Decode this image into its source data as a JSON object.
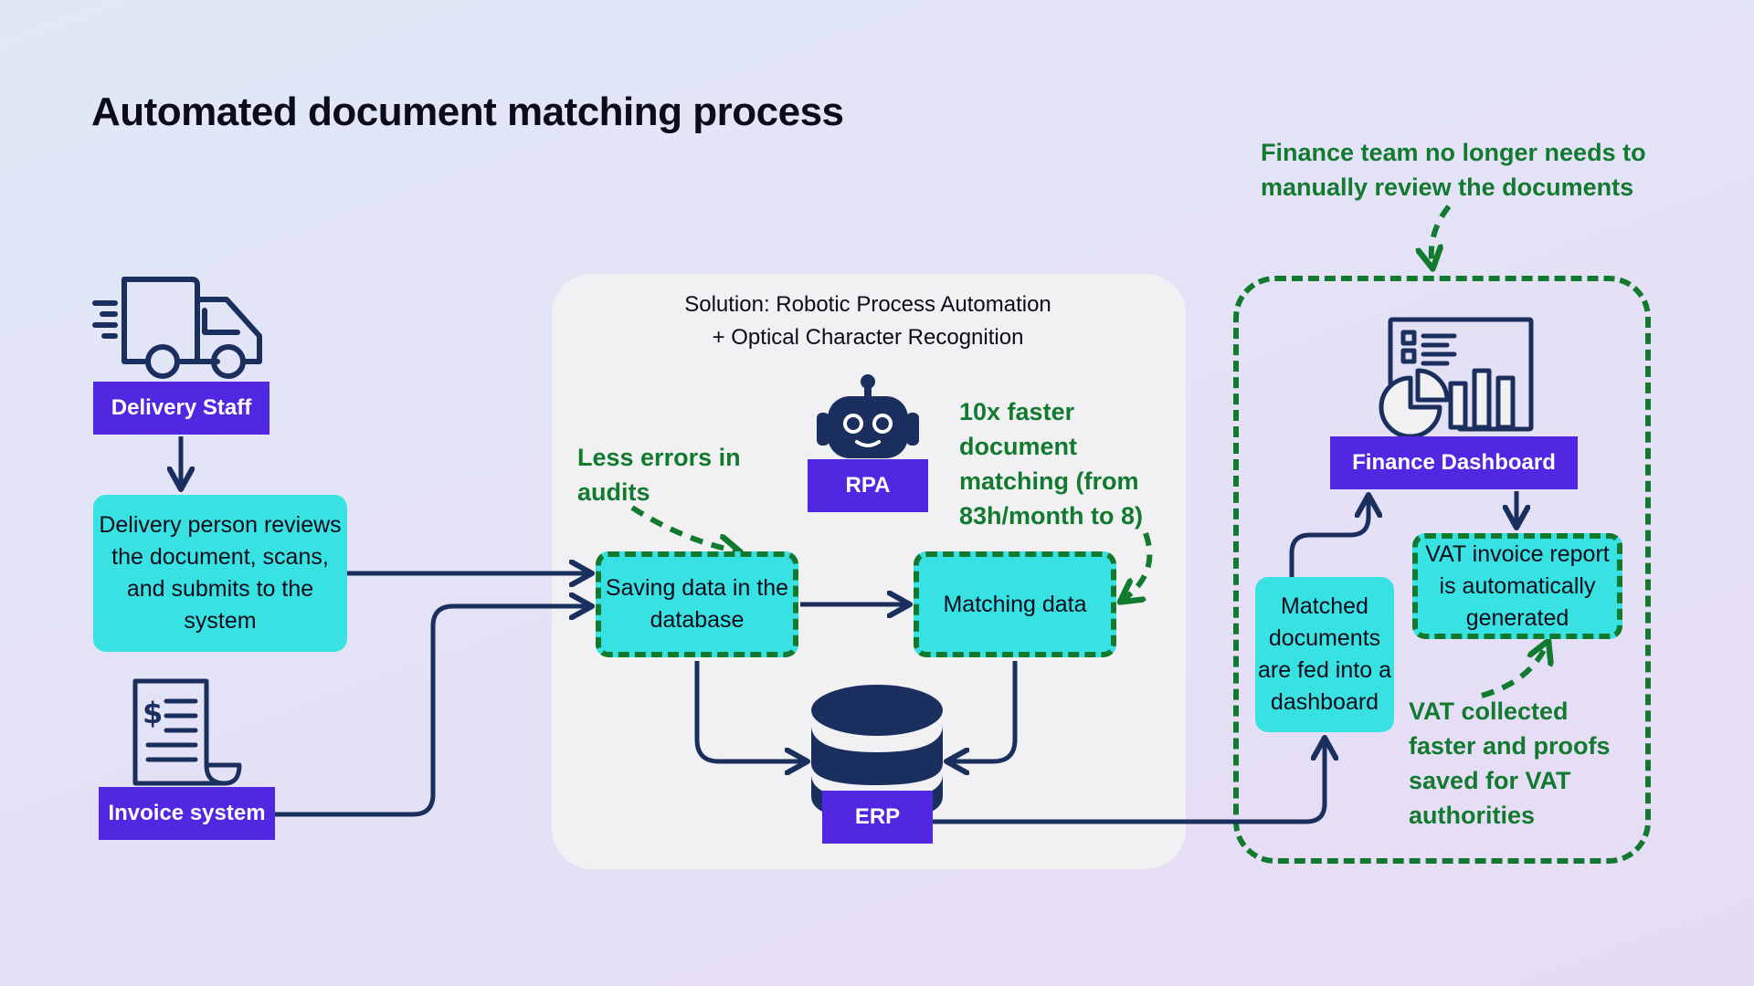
{
  "title": "Automated document matching process",
  "colors": {
    "accent_purple": "#5227e2",
    "box_cyan": "#38e2e2",
    "navy": "#1b2f5e",
    "green": "#127a2f",
    "panel_gray": "#f1f1f3"
  },
  "nodes": {
    "delivery_staff": {
      "label": "Delivery Staff",
      "icon": "delivery-truck-icon"
    },
    "delivery_review": {
      "text": "Delivery person reviews the document, scans, and submits to the system"
    },
    "invoice_system": {
      "label": "Invoice system",
      "icon": "invoice-document-icon"
    },
    "solution_heading": {
      "line1": "Solution: Robotic Process Automation",
      "line2": "+ Optical Character Recognition"
    },
    "rpa": {
      "label": "RPA",
      "icon": "robot-icon"
    },
    "saving_data": {
      "text": "Saving data in the database"
    },
    "matching_data": {
      "text": "Matching data"
    },
    "erp": {
      "label": "ERP",
      "icon": "database-icon"
    },
    "finance_dashboard": {
      "label": "Finance Dashboard",
      "icon": "dashboard-chart-icon"
    },
    "matched_documents": {
      "text": "Matched documents are fed into a dashboard"
    },
    "vat_report": {
      "text": "VAT invoice report is automatically generated"
    }
  },
  "notes": {
    "less_errors": "Less errors in audits",
    "faster_matching": "10x faster document matching (from 83h/month to 8)",
    "finance_team": "Finance team no longer needs to manually review the documents",
    "vat_collected": "VAT collected faster and proofs saved for VAT authorities"
  }
}
